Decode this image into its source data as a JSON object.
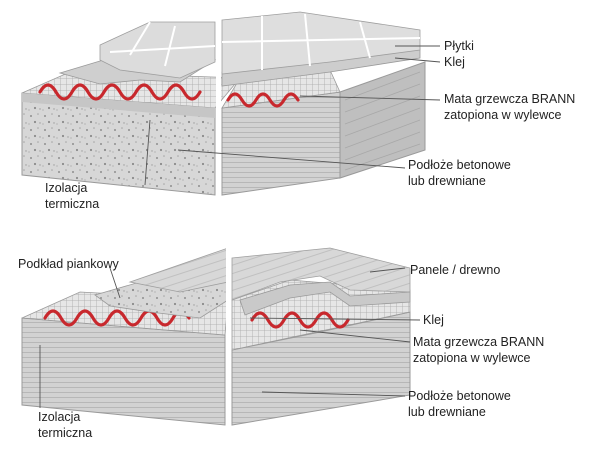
{
  "top": {
    "labels": {
      "tiles": "Płytki",
      "adhesive": "Klej",
      "mat_line1": "Mata grzewcza BRANN",
      "mat_line2": "zatopiona w wylewce",
      "base_line1": "Podłoże betonowe",
      "base_line2": "lub drewniane",
      "insulation_line1": "Izolacja",
      "insulation_line2": "termiczna"
    }
  },
  "bottom": {
    "labels": {
      "foam": "Podkład piankowy",
      "panels": "Panele / drewno",
      "adhesive": "Klej",
      "mat_line1": "Mata grzewcza BRANN",
      "mat_line2": "zatopiona w wylewce",
      "base_line1": "Podłoże betonowe",
      "base_line2": "lub drewniane",
      "insulation_line1": "Izolacja",
      "insulation_line2": "termiczna"
    }
  },
  "colors": {
    "slab_light": "#d9d9d9",
    "slab_mid": "#c4c4c4",
    "slab_dark": "#9f9f9f",
    "wood_lines": "#b5b5b5",
    "cable_red": "#c8282d",
    "leader_line": "#555555",
    "divider": "#ffffff"
  }
}
